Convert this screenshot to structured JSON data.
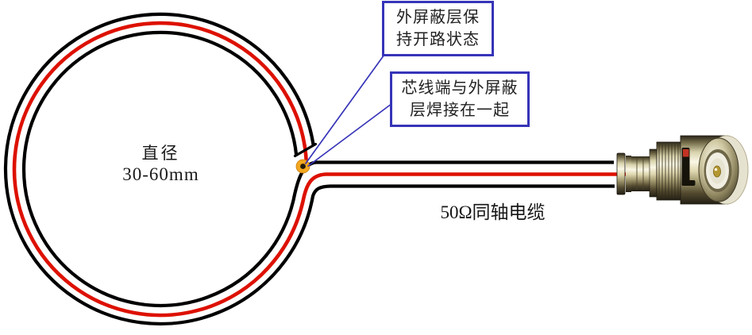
{
  "loop": {
    "diameter_label_line1": "直径",
    "diameter_label_line2": "30-60mm"
  },
  "cable": {
    "label": "50Ω同轴电缆"
  },
  "callouts": {
    "shield_open": {
      "line1": "外屏蔽层保",
      "line2": "持开路状态"
    },
    "core_weld": {
      "line1": "芯线端与外屏蔽",
      "line2": "层焊接在一起"
    }
  },
  "colors": {
    "shield_line": "#000000",
    "core_line": "#dd1100",
    "callout_border": "#3634b8",
    "leader_line": "#3634b8",
    "solder_joint": "#f2a71f"
  }
}
